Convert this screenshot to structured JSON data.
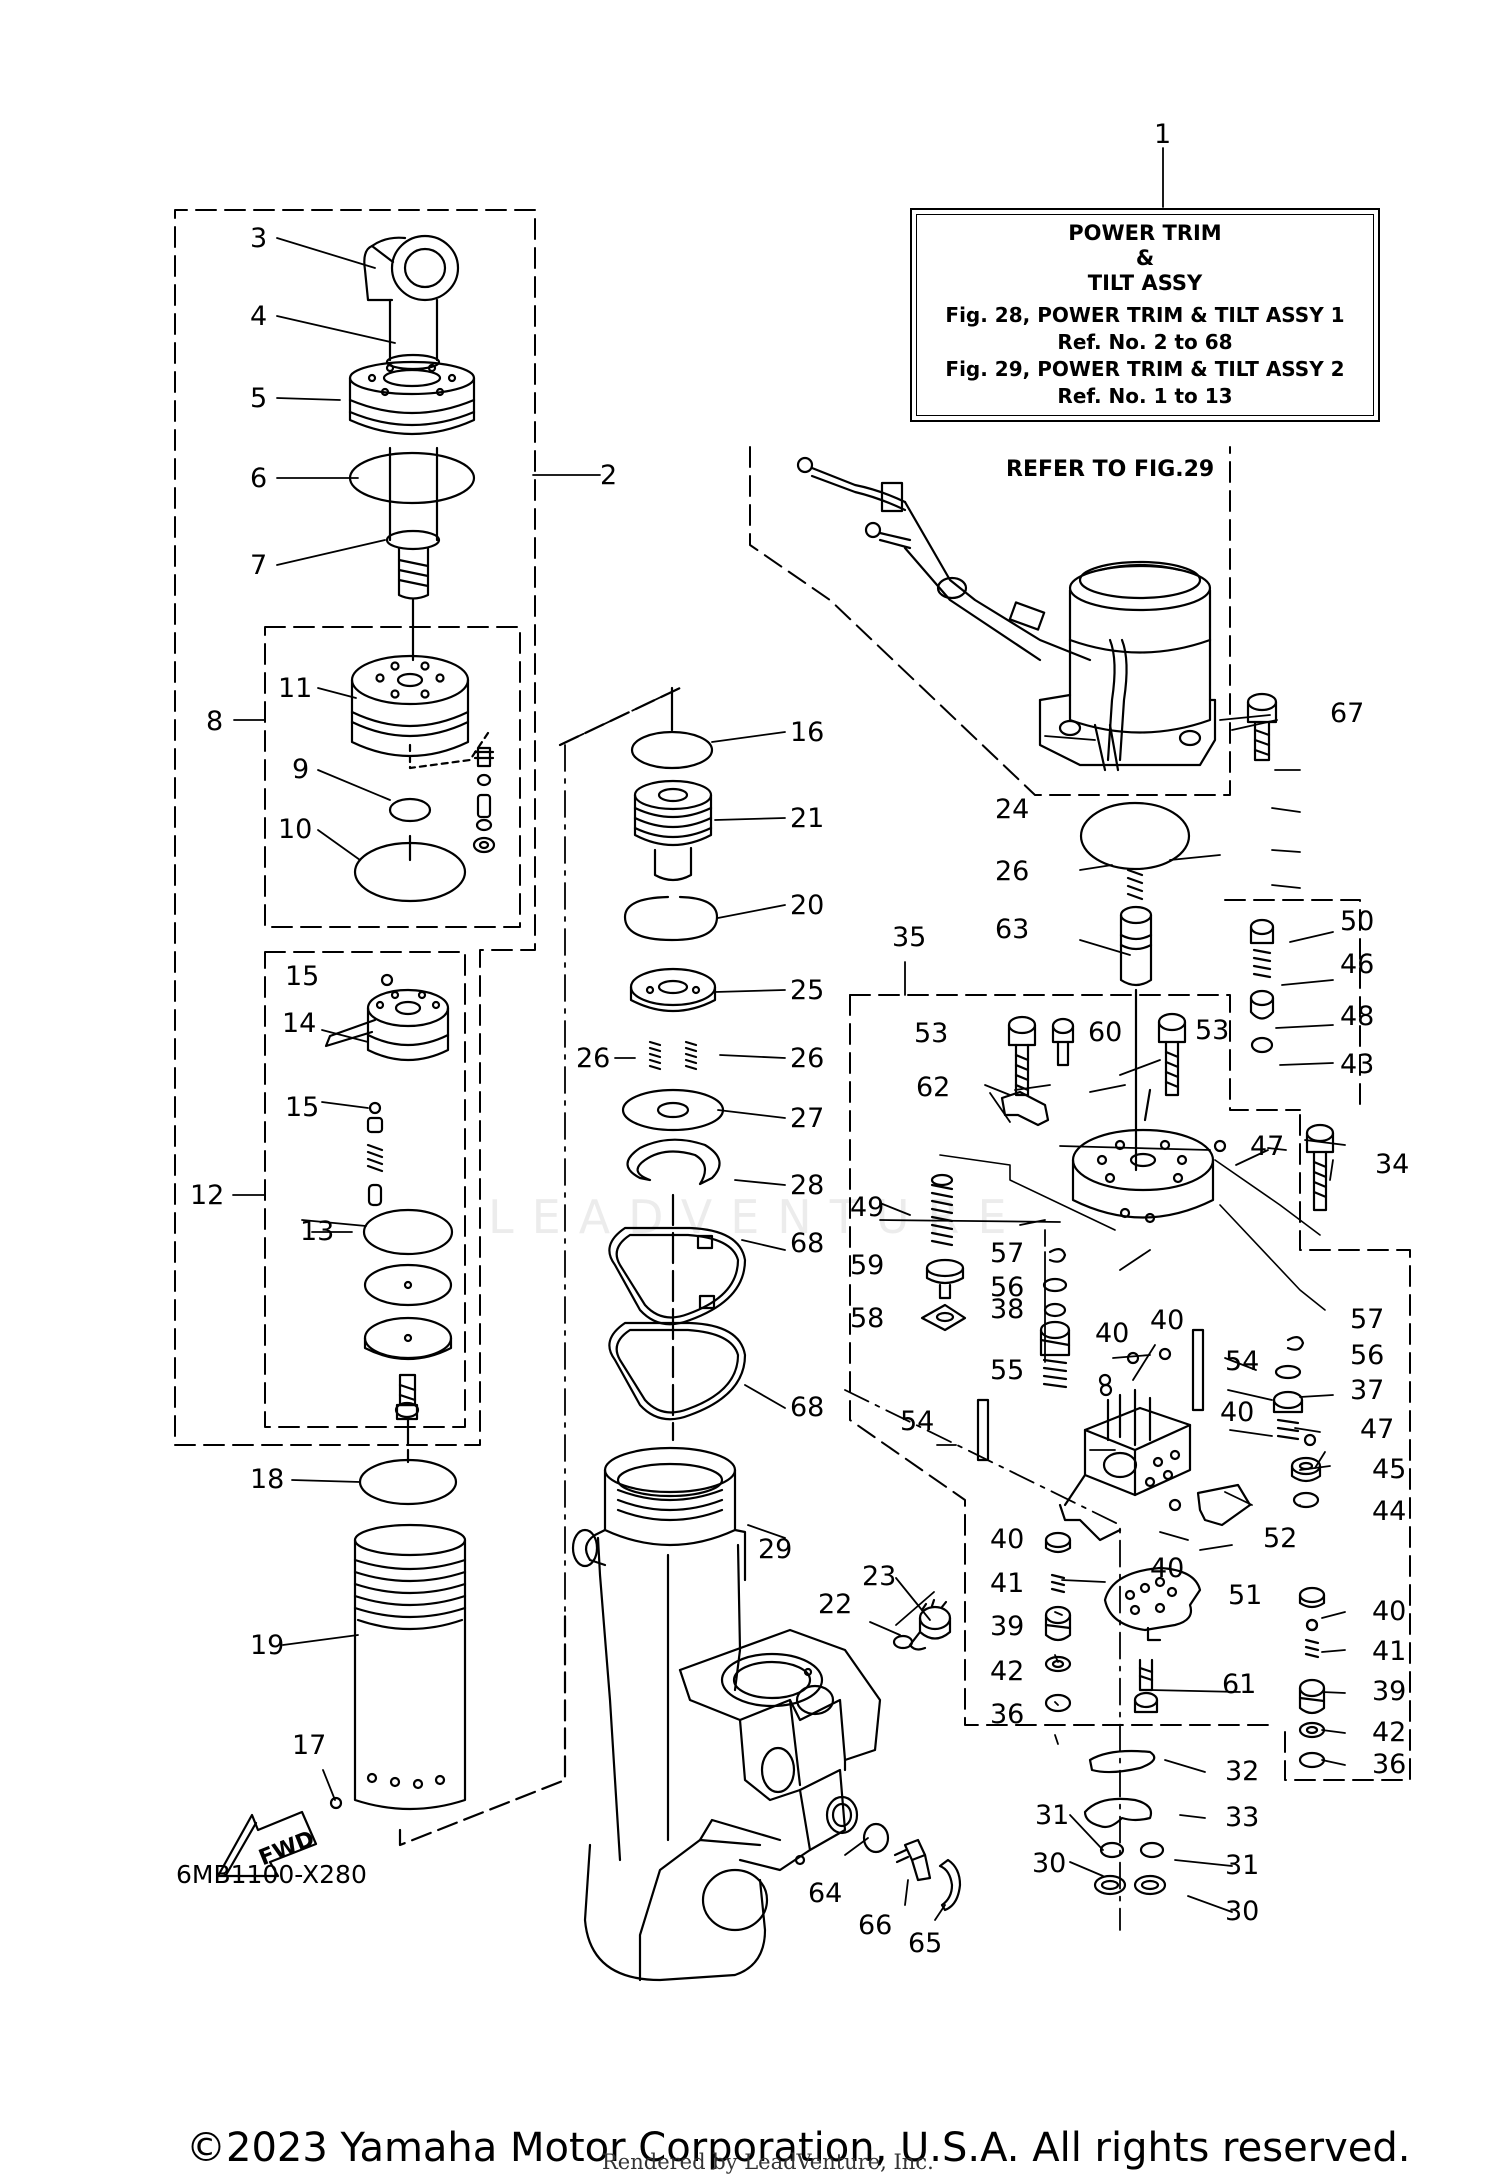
{
  "assembly_box": {
    "ref": "1",
    "title": [
      "POWER TRIM",
      "&",
      "TILT ASSY"
    ],
    "fig_lines": [
      "Fig. 28, POWER TRIM & TILT ASSY 1",
      "Ref. No. 2 to 68",
      "Fig. 29, POWER TRIM & TILT ASSY 2",
      "Ref. No. 1 to 13"
    ]
  },
  "refer_label": "REFER TO FIG.29",
  "diagram_code": "6MB1100-X280",
  "fwd_label": "FWD",
  "watermark": "LEADVENTURE",
  "copyright": "©2023 Yamaha Motor Corporation, U.S.A. All rights reserved.",
  "rendered_by": "Rendered by LeadVenture, Inc.",
  "callouts": [
    "2",
    "3",
    "4",
    "5",
    "6",
    "7",
    "8",
    "9",
    "10",
    "11",
    "12",
    "13",
    "14",
    "15",
    "15",
    "16",
    "17",
    "18",
    "19",
    "20",
    "21",
    "22",
    "23",
    "24",
    "25",
    "26",
    "26",
    "26",
    "27",
    "28",
    "29",
    "30",
    "30",
    "31",
    "31",
    "32",
    "33",
    "34",
    "35",
    "36",
    "36",
    "37",
    "38",
    "39",
    "39",
    "40",
    "40",
    "40",
    "40",
    "40",
    "40",
    "41",
    "41",
    "42",
    "42",
    "43",
    "44",
    "45",
    "46",
    "47",
    "47",
    "48",
    "49",
    "50",
    "51",
    "52",
    "53",
    "53",
    "54",
    "54",
    "55",
    "56",
    "56",
    "57",
    "57",
    "58",
    "59",
    "60",
    "61",
    "62",
    "63",
    "64",
    "65",
    "66",
    "67",
    "68",
    "68"
  ]
}
